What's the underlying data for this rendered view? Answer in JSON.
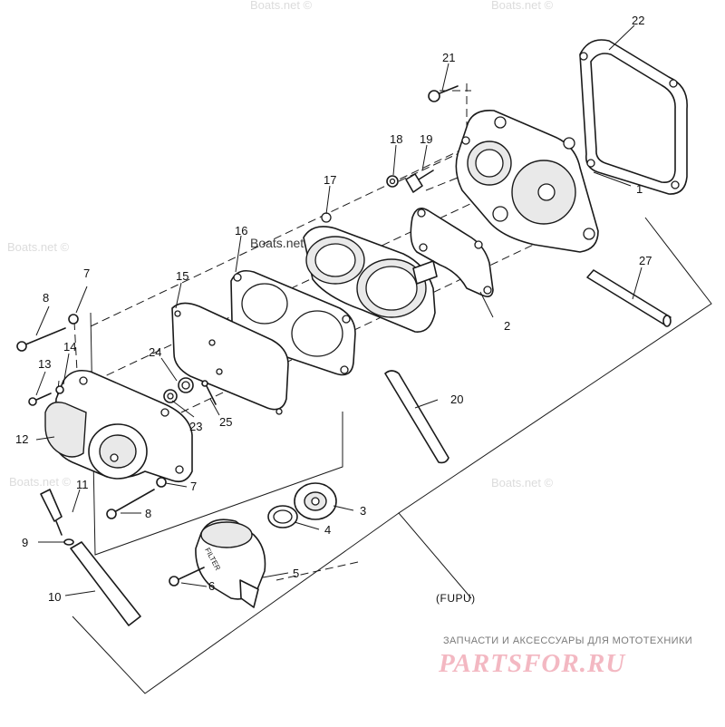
{
  "diagram": {
    "callouts": [
      "1",
      "2",
      "3",
      "4",
      "5",
      "6",
      "7",
      "7",
      "8",
      "8",
      "9",
      "10",
      "11",
      "12",
      "13",
      "14",
      "15",
      "16",
      "17",
      "18",
      "19",
      "20",
      "21",
      "22",
      "23",
      "24",
      "25",
      "27"
    ],
    "caption": "(FUPU)",
    "filter_text": "FILTER"
  },
  "watermarks": {
    "site": "Boats.net ©",
    "site_inline": "Boats.net"
  },
  "brand": {
    "tagline": "ЗАПЧАСТИ И АКСЕССУАРЫ ДЛЯ МОТОТЕХНИКИ",
    "logo": "PARTSFOR.RU",
    "accent_color": "#e8506b"
  }
}
